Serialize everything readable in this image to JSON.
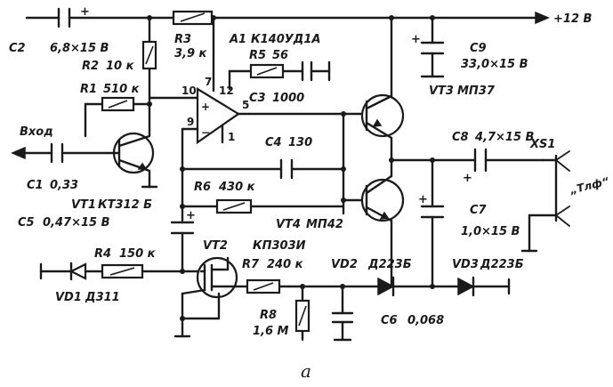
{
  "diagram": {
    "caption": "а",
    "supply_label": "+12 В",
    "input_label": "Вход",
    "output_connector": "XS1",
    "output_name": "„Тлф“",
    "op_amp": {
      "ref": "A1",
      "type": "К140УД1А",
      "pins": {
        "p7": "7",
        "p10": "10",
        "p12": "12",
        "p5": "5",
        "p9": "9",
        "p1": "1"
      }
    },
    "components": {
      "C2": {
        "ref": "C2",
        "value": "6,8×15 В"
      },
      "R3": {
        "ref": "R3",
        "value": "3,9 к"
      },
      "R2": {
        "ref": "R2",
        "value": "10 к"
      },
      "R5": {
        "ref": "R5",
        "value": "56"
      },
      "C3": {
        "ref": "C3",
        "value": "1000"
      },
      "R1": {
        "ref": "R1",
        "value": "510 к"
      },
      "C9": {
        "ref": "C9",
        "value": "33,0×15 В"
      },
      "VT3": {
        "ref": "VT3",
        "value": "МП37"
      },
      "C4": {
        "ref": "C4",
        "value": "130"
      },
      "C8": {
        "ref": "C8",
        "value": "4,7×15 В"
      },
      "C1": {
        "ref": "C1",
        "value": "0,33"
      },
      "VT1": {
        "ref": "VT1",
        "value": "КТ312 Б"
      },
      "R6": {
        "ref": "R6",
        "value": "430 к"
      },
      "VT4": {
        "ref": "VT4",
        "value": "МП42"
      },
      "C7": {
        "ref": "C7",
        "value": "1,0×15 В"
      },
      "C5": {
        "ref": "C5",
        "value": "0,47×15 В"
      },
      "R4": {
        "ref": "R4",
        "value": "150 к"
      },
      "VT2": {
        "ref": "VT2",
        "value": "КП303И"
      },
      "R7": {
        "ref": "R7",
        "value": "240 к"
      },
      "VD2": {
        "ref": "VD2",
        "value": "Д223Б"
      },
      "VD3": {
        "ref": "VD3",
        "value": "Д223Б"
      },
      "VD1": {
        "ref": "VD1",
        "value": "Д311"
      },
      "R8": {
        "ref": "R8",
        "value": "1,6 М"
      },
      "C6": {
        "ref": "C6",
        "value": "0,068"
      }
    }
  }
}
